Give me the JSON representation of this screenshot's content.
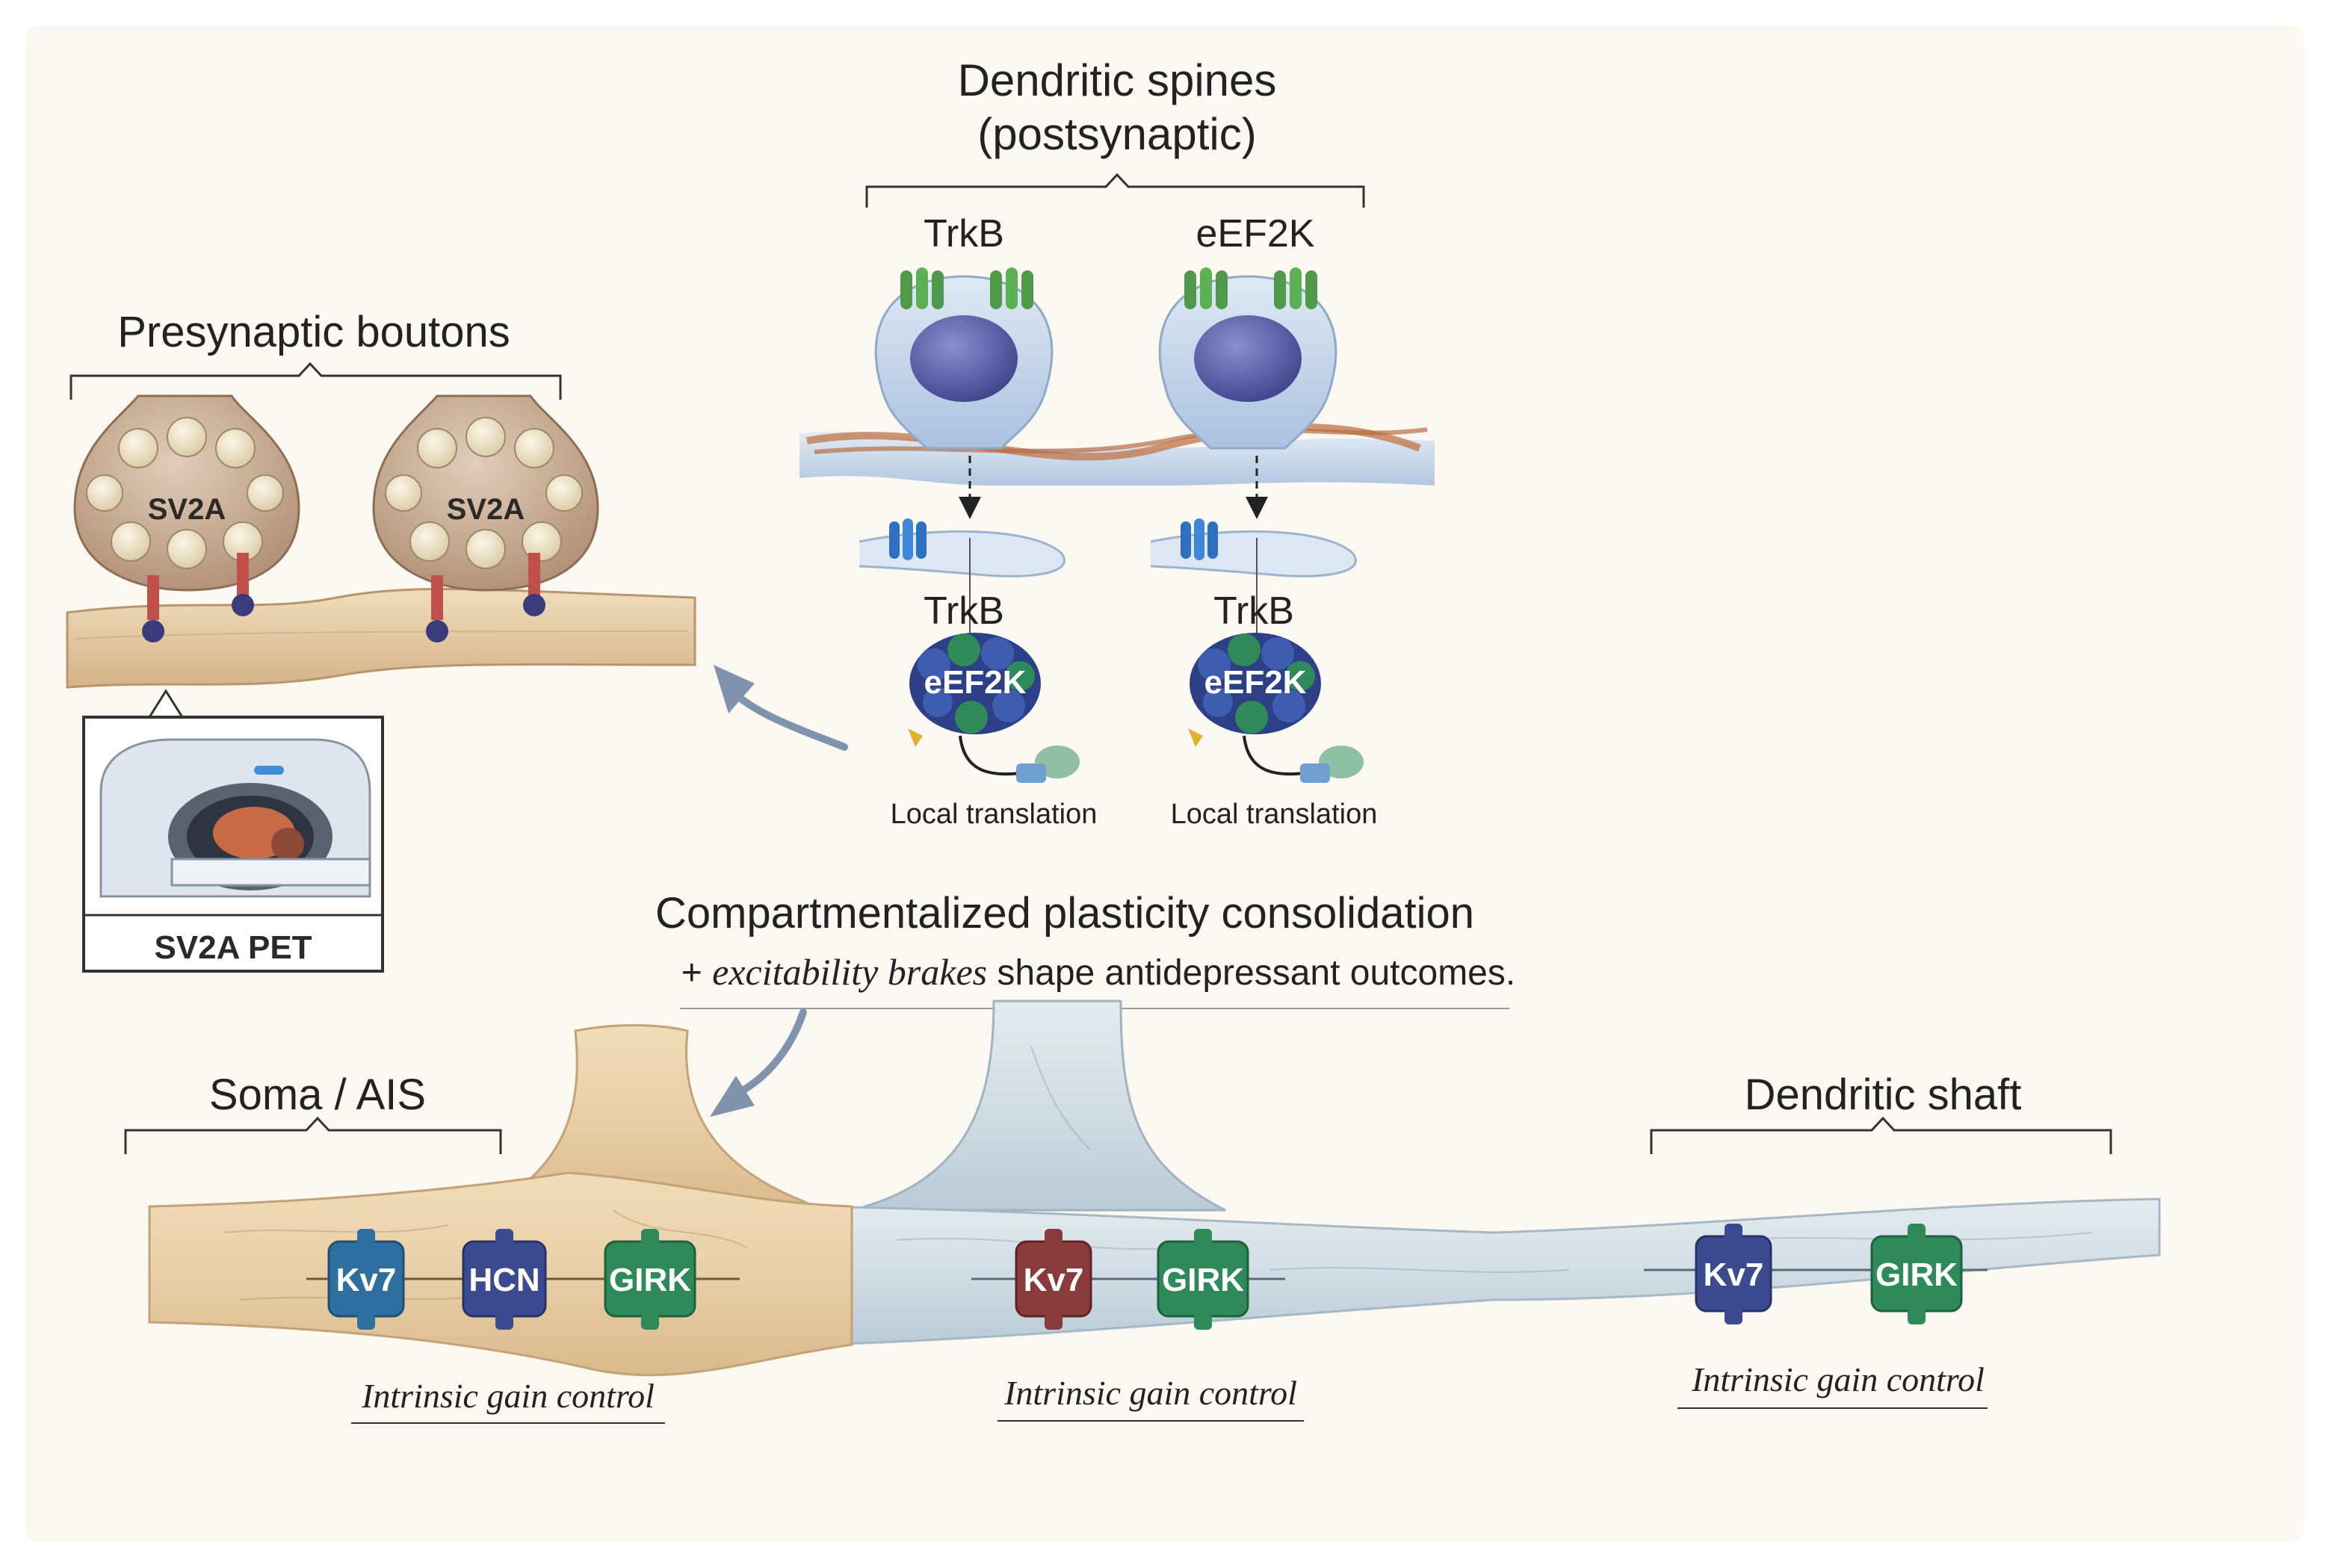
{
  "headings": {
    "dendritic_spines": "Dendritic spines",
    "postsynaptic": "(postsynaptic)",
    "presynaptic_boutons": "Presynaptic boutons",
    "soma_ais": "Soma / AIS",
    "dendritic_shaft": "Dendritic shaft"
  },
  "spines": [
    {
      "top_label": "TrkB",
      "bottom_label": "TrkB",
      "complex_label": "eEF2K",
      "translation_label": "Local translation"
    },
    {
      "top_label": "eEF2K",
      "bottom_label": "TrkB",
      "complex_label": "eEF2K",
      "translation_label": "Local translation"
    }
  ],
  "boutons": [
    {
      "label": "SV2A"
    },
    {
      "label": "SV2A"
    }
  ],
  "pet": {
    "label": "SV2A PET"
  },
  "center_text": {
    "line1": "Compartmentalized plasticity consolidation",
    "line2_prefix": "+ ",
    "line2_italic": "excitability brakes",
    "line2_suffix": " shape antidepressant outcomes."
  },
  "channel_groups": [
    {
      "channels": [
        {
          "name": "Kv7",
          "color": "#2f6f9f"
        },
        {
          "name": "HCN",
          "color": "#3b4b8f"
        },
        {
          "name": "GIRK",
          "color": "#2f8a5a"
        }
      ],
      "caption": "Intrinsic gain control"
    },
    {
      "channels": [
        {
          "name": "Kv7",
          "color": "#8a3a3a"
        },
        {
          "name": "GIRK",
          "color": "#2f8a5a"
        }
      ],
      "caption": "Intrinsic gain control"
    },
    {
      "channels": [
        {
          "name": "Kv7",
          "color": "#3b4b8f"
        },
        {
          "name": "GIRK",
          "color": "#2f8a5a"
        }
      ],
      "caption": "Intrinsic gain control"
    }
  ],
  "colors": {
    "background": "#fbf8f1",
    "soma_fill": "#ecd5b0",
    "dendrite_fill": "#d5e0e6",
    "spine_fill": "#c7d8ec",
    "nucleus": "#5a5fa8",
    "receptor_green": "#4f9a4a",
    "receptor_blue": "#2f6fc0",
    "bouton_fill": "#cfb49d",
    "vesicle": "#efe6cf"
  }
}
